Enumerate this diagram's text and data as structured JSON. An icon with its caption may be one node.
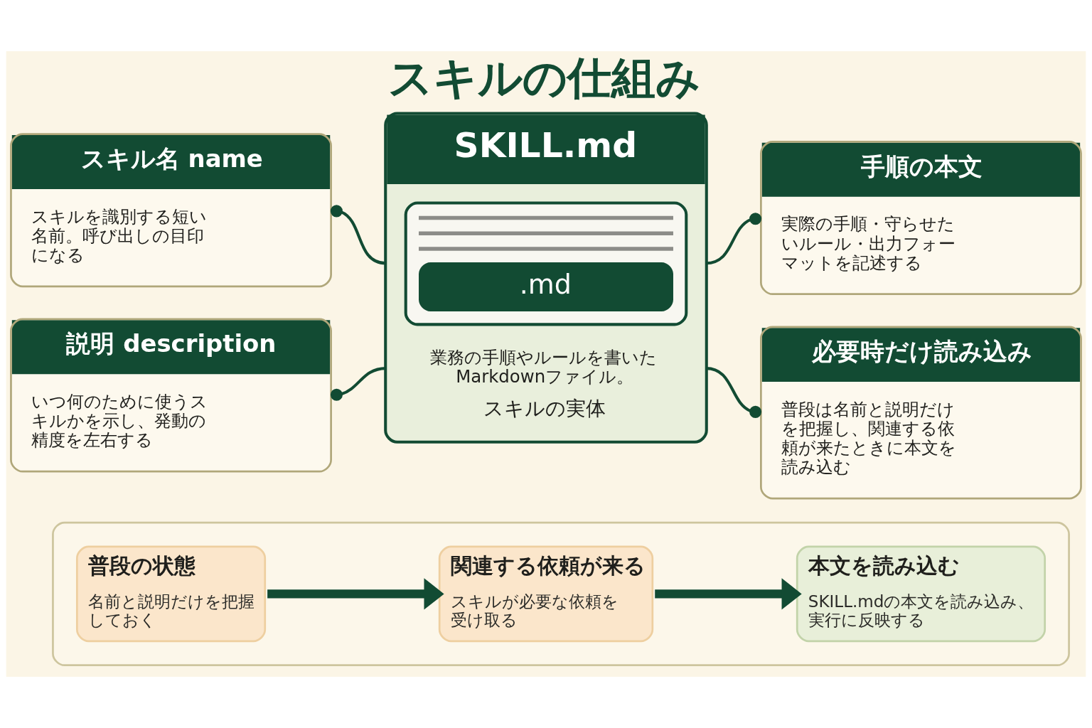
{
  "diagram": {
    "title": "スキルの仕組み",
    "nodes": [
      {
        "text": [
          "スキル名 name",
          "スキルを識別する短い名前。呼び出しの目印になる"
        ]
      },
      {
        "text": [
          "SKILL.md",
          ".md",
          "業務の手順やルールを書いたMarkdownファイル。",
          "スキルの実体"
        ]
      },
      {
        "text": [
          "手順の本文",
          "実際の手順・守らせたいルール・出力フォーマットを記述する"
        ]
      },
      {
        "text": [
          "説明 description",
          "いつ何のために使うスキルかを示し、発動の精度を左右する"
        ]
      },
      {
        "text": [
          "必要時だけ読み込み",
          "普段は名前と説明だけを把握し、関連する依頼が来たときに本文を読み込む"
        ]
      },
      {
        "text": [],
        "shape": "box"
      },
      {
        "text": [
          "普段の状態",
          "名前と説明だけを把握しておく"
        ],
        "in": 5
      },
      {
        "text": [
          "関連する依頼が来る",
          "スキルが必要な依頼を受け取る"
        ],
        "in": 5
      },
      {
        "text": [
          "本文を読み込む",
          "SKILL.mdの本文を読み込み、実行に反映する"
        ],
        "in": 5
      }
    ],
    "edges": [
      {
        "from": 1,
        "to": 0,
        "arrow": "other"
      },
      {
        "from": 1,
        "to": 2,
        "arrow": "other"
      },
      {
        "from": 1,
        "to": 3,
        "arrow": "other"
      },
      {
        "from": 1,
        "to": 4,
        "arrow": "other"
      },
      {
        "from": 6,
        "to": 7,
        "arrow": "to",
        "style": "thick"
      },
      {
        "from": 7,
        "to": 8,
        "arrow": "to",
        "style": "thick"
      }
    ]
  }
}
